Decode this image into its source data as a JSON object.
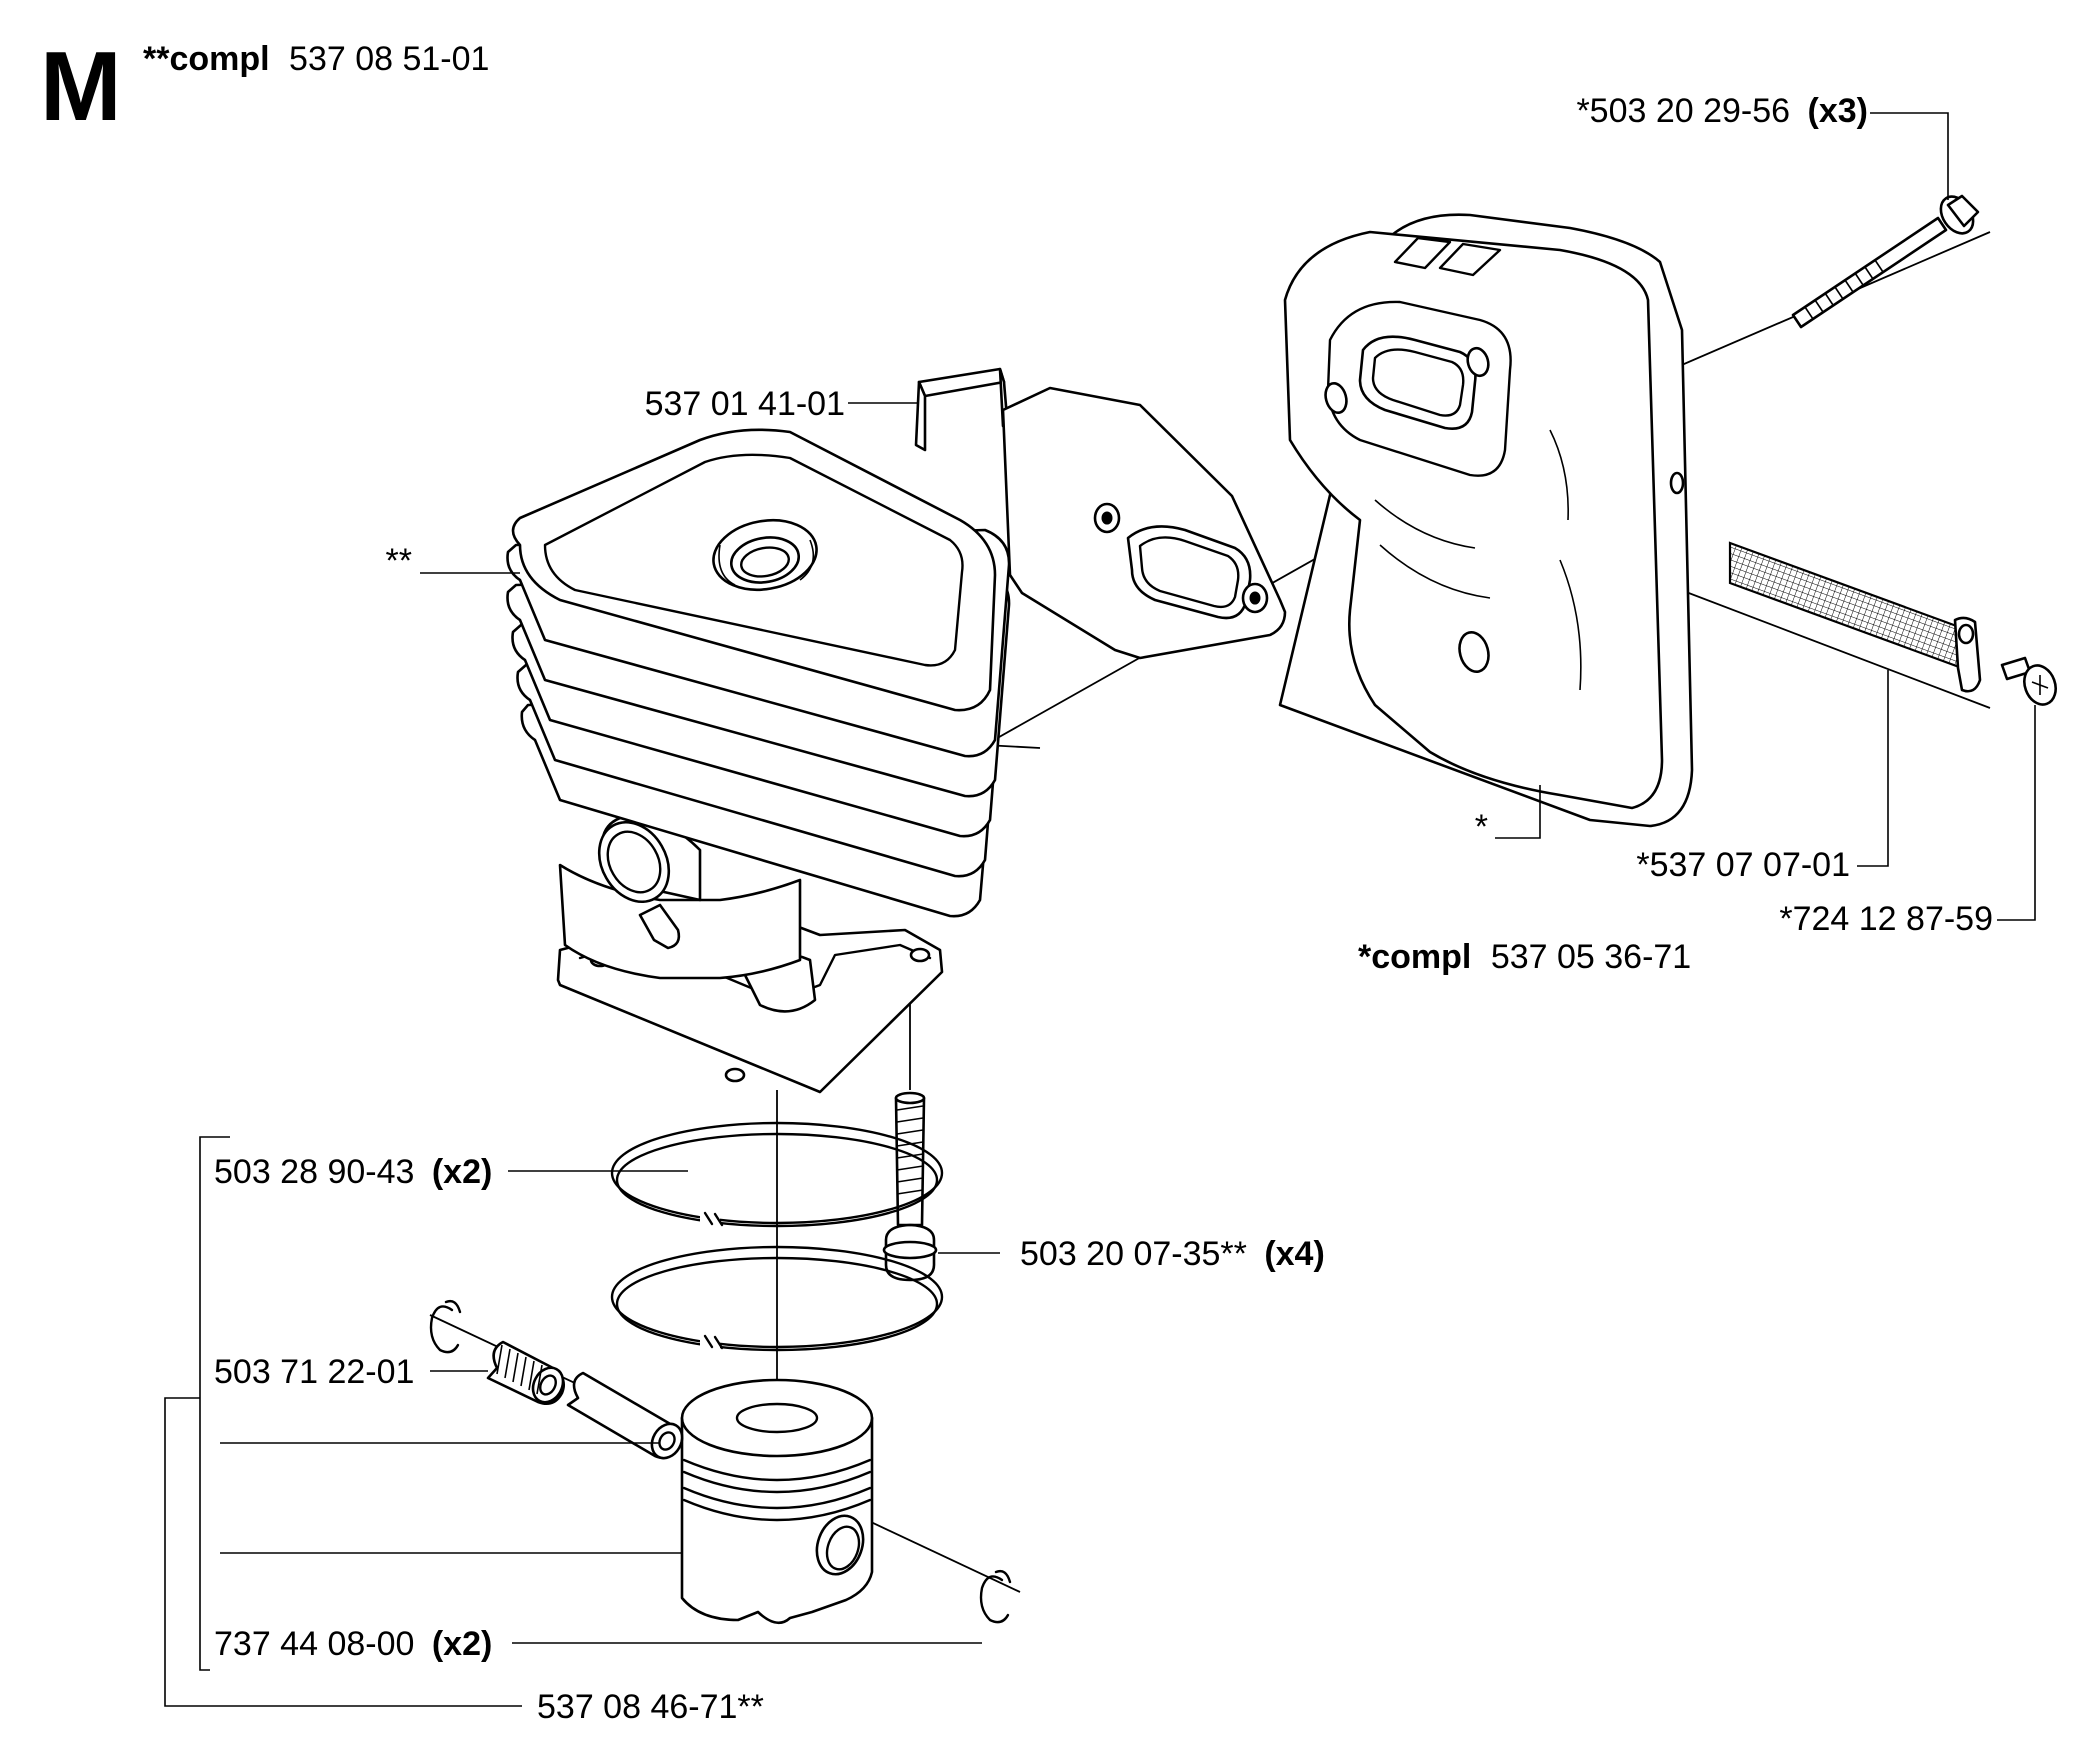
{
  "section": {
    "letter": "M",
    "assembly_prefix": "**compl",
    "assembly_number": "537 08 51-01"
  },
  "callouts": {
    "bolt_long": {
      "number": "*503 20 29-56",
      "qty": "(x3)"
    },
    "bracket": {
      "number": "537 01 41-01"
    },
    "cylinder": {
      "number": "**"
    },
    "muffler": {
      "number": "*"
    },
    "screen": {
      "number": "*537 07 07-01"
    },
    "screw_small": {
      "number": "*724 12 87-59"
    },
    "muffler_kit": {
      "prefix": "*compl",
      "number": "537 05 36-71"
    },
    "piston_ring": {
      "number": "503 28 90-43",
      "qty": "(x2)"
    },
    "base_screw": {
      "number": "503 20 07-35**",
      "qty": "(x4)"
    },
    "needle_bearing": {
      "number": "503 71 22-01"
    },
    "circlip": {
      "number": "737 44 08-00",
      "qty": "(x2)"
    },
    "piston_kit": {
      "number": "537 08 46-71**"
    }
  }
}
